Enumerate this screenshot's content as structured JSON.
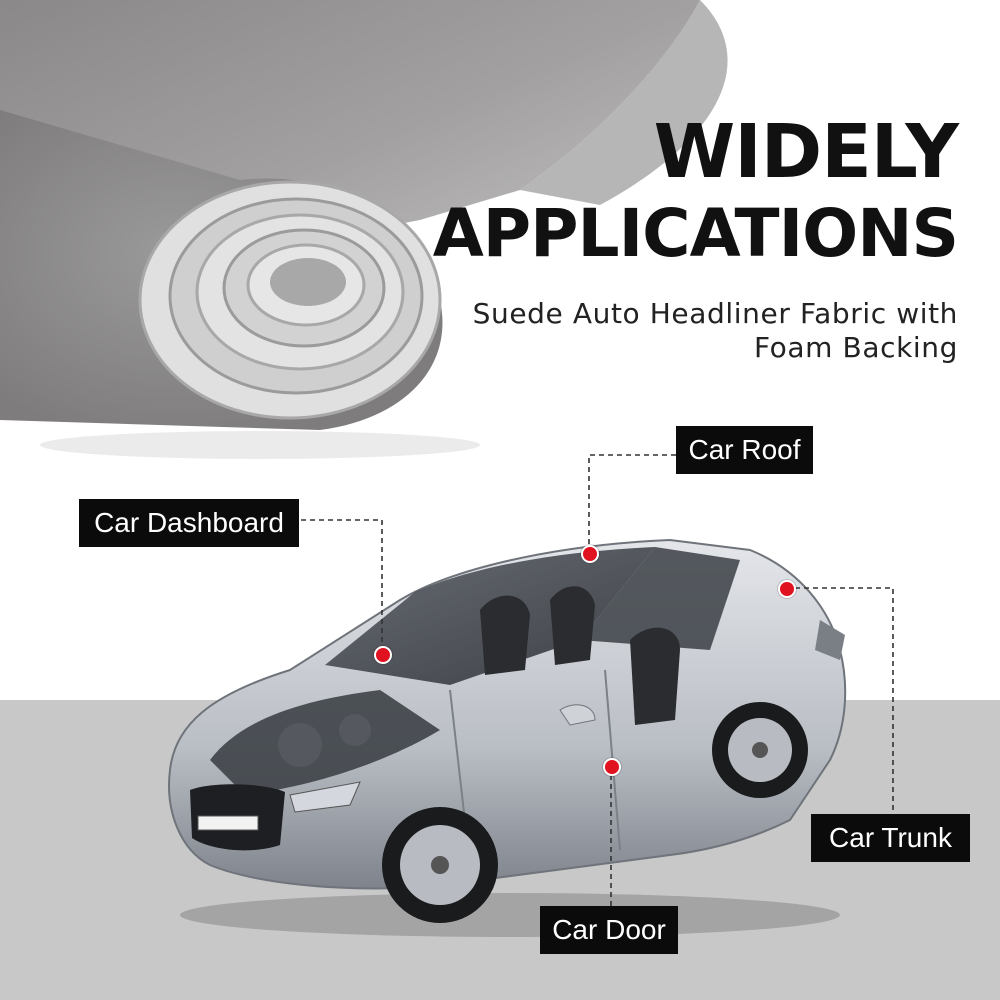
{
  "headline": {
    "line1": "WIDELY",
    "line2": "APPLICATIONS",
    "subtitle": "Suede Auto Headliner Fabric with Foam Backing"
  },
  "labels": {
    "roof": "Car Roof",
    "dashboard": "Car Dashboard",
    "trunk": "Car Trunk",
    "door": "Car Door"
  },
  "colors": {
    "label_bg": "#0b0b0b",
    "marker": "#e0121f",
    "fabric": "#8e8c8d",
    "foam": "#d9d9d9"
  }
}
